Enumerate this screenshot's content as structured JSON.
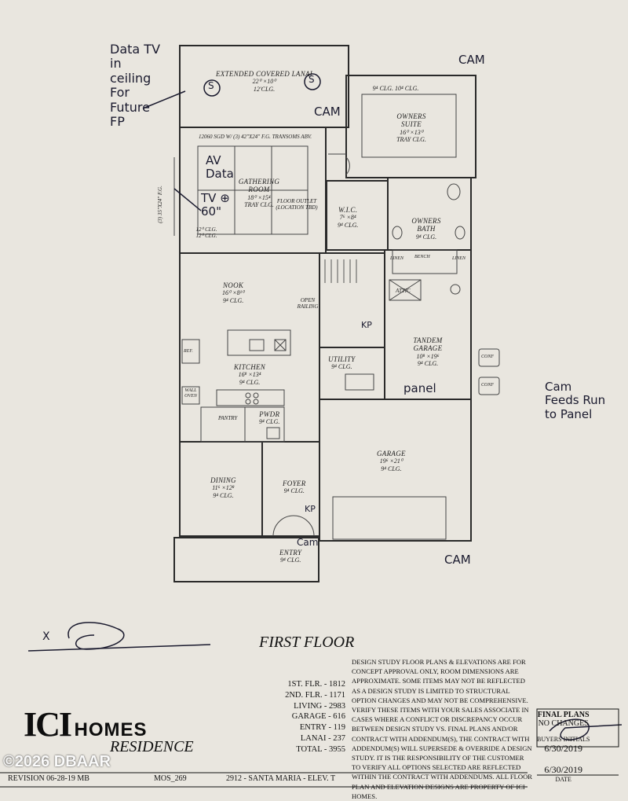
{
  "rooms": {
    "lanai": {
      "name": "EXTENDED COVERED LANAI",
      "dim": "22⁰ ×10⁰",
      "clg": "12'CLG."
    },
    "owners_suite_top": {
      "clg": "9⁴ CLG. 10⁴ CLG."
    },
    "owners_suite": {
      "name": "OWNERS SUITE",
      "dim": "16⁰ ×13⁰",
      "clg": "TRAY CLG."
    },
    "slider_note": "12060 SGD W/ (3) 42\"X24\" F.G. TRANSOMS ABV.",
    "gathering": {
      "name": "GATHERING ROOM",
      "dim": "18⁰ ×15⁴",
      "clg": "TRAY CLG."
    },
    "floor_outlet": "FLOOR OUTLET (LOCATION TBD)",
    "gathering_clg": "12⁰ CLG. 12⁰ CLG.",
    "side_window": "(3) 35\"X24\" F.G.",
    "wic": {
      "name": "W.I.C.",
      "dim": "7⁶ ×8⁴",
      "clg": "9⁴ CLG."
    },
    "owners_bath": {
      "name": "OWNERS BATH",
      "clg": "9⁴ CLG."
    },
    "bath_labels": [
      "LINEN",
      "BENCH",
      "LINEN"
    ],
    "nook": {
      "name": "NOOK",
      "dim": "16⁰ ×8¹⁰",
      "clg": "9⁴ CLG."
    },
    "open_railing": "OPEN RAILING",
    "attic": "ATTIC",
    "tandem": {
      "name": "TANDEM GARAGE",
      "dim": "10⁸ ×19⁶",
      "clg": "9⁴ CLG."
    },
    "utility": {
      "name": "UTILITY",
      "clg": "9⁴ CLG."
    },
    "kitchen": {
      "name": "KITCHEN",
      "dim": "16⁸ ×13⁴",
      "clg": "9⁴ CLG."
    },
    "ref": "REF.",
    "wall_oven": "WALL OVEN",
    "pantry": "PANTRY",
    "pwdr": {
      "name": "PWDR",
      "clg": "9⁴ CLG."
    },
    "garage": {
      "name": "GARAGE",
      "dim": "19⁶ ×21⁰",
      "clg": "9⁴ CLG."
    },
    "dining": {
      "name": "DINING",
      "dim": "11⁶ ×12⁸",
      "clg": "9⁴ CLG."
    },
    "foyer": {
      "name": "FOYER",
      "clg": "9⁴ CLG."
    },
    "entry": {
      "name": "ENTRY",
      "clg": "9⁴ CLG."
    },
    "conf": [
      "CONF",
      "CONF"
    ]
  },
  "handwriting": {
    "data_tv": "Data TV in ceiling For Future FP",
    "cam_top": "CAM",
    "cam_lanai": "CAM",
    "av_data": "AV Data",
    "tv60": "TV ⊕ 60\"",
    "s_marks": [
      "S",
      "S"
    ],
    "panel": "panel",
    "cam_feeds": "Cam Feeds Run to Panel",
    "cam_entry": "Cam",
    "cam_garage": "CAM",
    "kp1": "KP",
    "kp2": "KP",
    "sig_x": "X"
  },
  "title": "FIRST FLOOR",
  "stats": [
    "1ST. FLR. - 1812",
    "2ND. FLR. - 1171",
    "LIVING - 2983",
    "GARAGE - 616",
    "ENTRY - 119",
    "LANAI - 237",
    "TOTAL - 3955"
  ],
  "disclaimer": "Design study floor plans & elevations are for concept approval only, room dimensions are approximate. Some items may not be reflected as a design study is limited to structural option changes and may not be comprehensive. Verify these items with your sales associate in cases where a conflict or discrepancy occur between design study vs. final plans and/or contract with addendum(s), the contract with addendum(s) will supersede & override a design study. It is the responsibility of the customer to verify all options selected are reflected within the contract with addendums. All floor plan and elevation designs are property of ICI Homes.",
  "logo": {
    "ici": "ICI",
    "homes": "HOMES",
    "sub": "RESIDENCE"
  },
  "bottom": {
    "revision": "REVISION 06-28-19  MB",
    "model": "MOS_269",
    "plan": "2912 - SANTA MARIA - ELEV. T"
  },
  "final_box": {
    "title": "FINAL PLANS",
    "no_changes": "NO CHANGES",
    "buyers_initials": "BUYERS INITIALS",
    "date1": "6/30/2019",
    "date2": "6/30/2019",
    "date_lbl": "DATE"
  },
  "watermark": "©2026 DBAAR",
  "colors": {
    "paper": "#e9e6df",
    "ink": "#222222",
    "pen": "#1a1a2e"
  }
}
